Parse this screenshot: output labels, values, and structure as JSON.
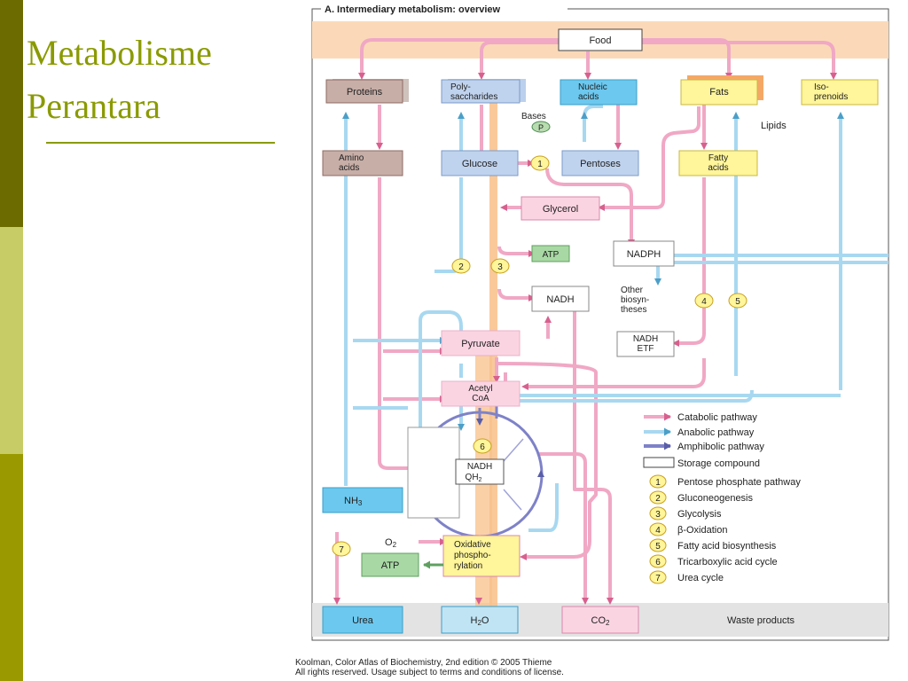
{
  "slide": {
    "title_line1": "Metabolisme",
    "title_line2": "Perantara",
    "band_colors": [
      "#6b6b00",
      "#c8cc66",
      "#9a9a00"
    ]
  },
  "figure": {
    "title": "A. Intermediary metabolism: overview",
    "nodes": {
      "food": "Food",
      "proteins": "Proteins",
      "poly1": "Poly-",
      "poly2": "saccharides",
      "nucleic1": "Nucleic",
      "nucleic2": "acids",
      "fats": "Fats",
      "iso1": "Iso-",
      "iso2": "prenoids",
      "lipids": "Lipids",
      "bases": "Bases",
      "p": "P",
      "amino1": "Amino",
      "amino2": "acids",
      "glucose": "Glucose",
      "pentoses": "Pentoses",
      "fatty1": "Fatty",
      "fatty2": "acids",
      "glycerol": "Glycerol",
      "atp": "ATP",
      "nadph": "NADPH",
      "other1": "Other",
      "other2": "biosyn-",
      "other3": "theses",
      "nadh": "NADH",
      "pyruvate": "Pyruvate",
      "nadhetf1": "NADH",
      "nadhetf2": "ETF",
      "acetyl1": "Acetyl",
      "acetyl2": "CoA",
      "nadhq1": "NADH",
      "nadhq2": "QH",
      "nadhq2_sub": "2",
      "nh3": "NH",
      "nh3_sub": "3",
      "o2": "O",
      "o2_sub": "2",
      "oxphos1": "Oxidative",
      "oxphos2": "phospho-",
      "oxphos3": "rylation",
      "atp2": "ATP",
      "urea": "Urea",
      "h2o_a": "H",
      "h2o_sub": "2",
      "h2o_b": "O",
      "co2": "CO",
      "co2_sub": "2",
      "waste": "Waste products"
    },
    "markers": [
      "1",
      "2",
      "3",
      "4",
      "5",
      "6",
      "7"
    ],
    "legend": {
      "catabolic": "Catabolic pathway",
      "anabolic": "Anabolic pathway",
      "amphibolic": "Amphibolic pathway",
      "storage": "Storage compound",
      "items": [
        {
          "num": "1",
          "label": "Pentose phosphate pathway"
        },
        {
          "num": "2",
          "label": "Gluconeogenesis"
        },
        {
          "num": "3",
          "label": "Glycolysis"
        },
        {
          "num": "4",
          "label": "β-Oxidation"
        },
        {
          "num": "5",
          "label": "Fatty acid biosynthesis"
        },
        {
          "num": "6",
          "label": "Tricarboxylic acid cycle"
        },
        {
          "num": "7",
          "label": "Urea cycle"
        }
      ]
    },
    "colors": {
      "catabolic": "#f0a8c4",
      "anabolic": "#a8d8f0",
      "amphibolic": "#7e82c8",
      "highlight": "#f8c088",
      "food_band": "#fbd9b8",
      "waste_band": "#e3e3e3"
    }
  },
  "credit": {
    "line1": "Koolman, Color Atlas of Biochemistry, 2nd edition © 2005 Thieme",
    "line2": "All rights reserved. Usage subject to terms and conditions of license."
  }
}
